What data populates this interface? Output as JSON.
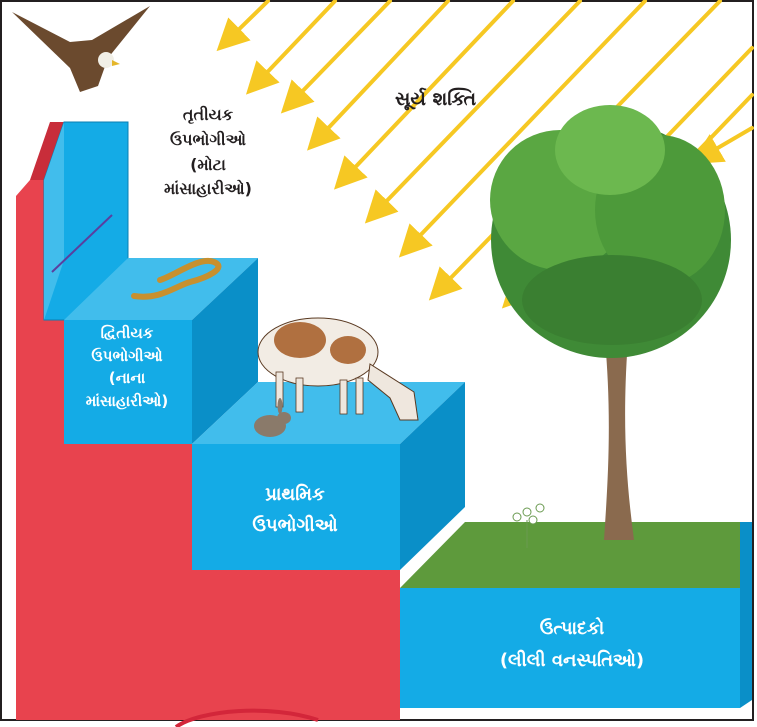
{
  "labels": {
    "sun": "સૂર્ય શક્તિ",
    "tertiary": [
      "તૃતીયક",
      "ઉપભોગીઓ",
      "(મોટા",
      "માંસાહારીઓ)"
    ],
    "secondary": [
      "દ્વિતીયક",
      "ઉપભોગીઓ",
      "(નાના",
      "માંસાહારીઓ)"
    ],
    "primary": [
      "પ્રાથમિક",
      "ઉપભોગીઓ"
    ],
    "producers": [
      "ઉત્પાદકો",
      "(લીલી વનસ્પતિઓ)"
    ]
  },
  "icons": [
    "eagle-icon",
    "snake-icon",
    "cow-icon",
    "rabbit-icon",
    "tree-icon",
    "flowers-icon",
    "sun-ray-arrows"
  ],
  "colors": {
    "step_front": "#14abe6",
    "step_top": "#41bdec",
    "step_side": "#0a8fc8",
    "left_wall": "#e8434e",
    "grass": "#5e9a3c",
    "rays": "#f6c823",
    "border": "#231f20"
  }
}
